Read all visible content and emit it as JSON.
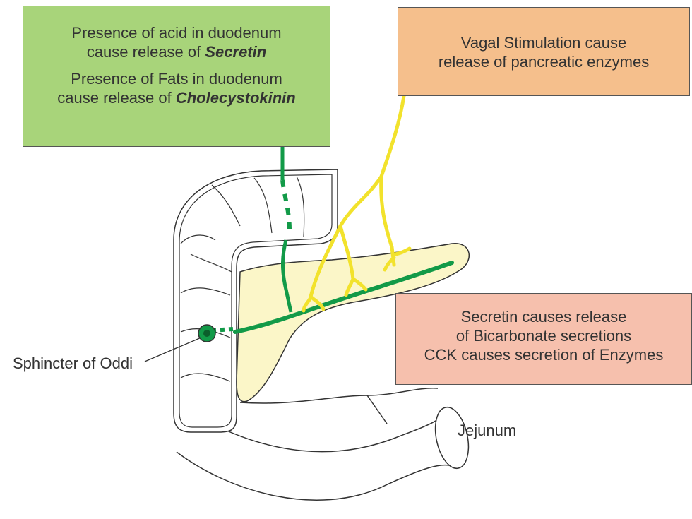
{
  "boxes": {
    "green": {
      "line1": "Presence of acid in duodenum",
      "line2_prefix": "cause release of ",
      "line2_emph": "Secretin",
      "line3": "Presence of Fats in duodenum",
      "line4_prefix": "cause release of ",
      "line4_emph": "Cholecystokinin"
    },
    "orange": {
      "line1": "Vagal Stimulation cause",
      "line2": "release of pancreatic enzymes"
    },
    "pink": {
      "line1": "Secretin causes release",
      "line2": "of Bicarbonate secretions",
      "line3": "CCK causes secretion of Enzymes"
    }
  },
  "labels": {
    "sphincter": "Sphincter of Oddi",
    "jejunum": "Jejunum"
  },
  "colors": {
    "green_box": "#a8d47a",
    "orange_box": "#f5bf8c",
    "pink_box": "#f6c0ad",
    "pancreas": "#fbf6c8",
    "duct": "#129a48",
    "vagal_nerve": "#f2e22c"
  }
}
